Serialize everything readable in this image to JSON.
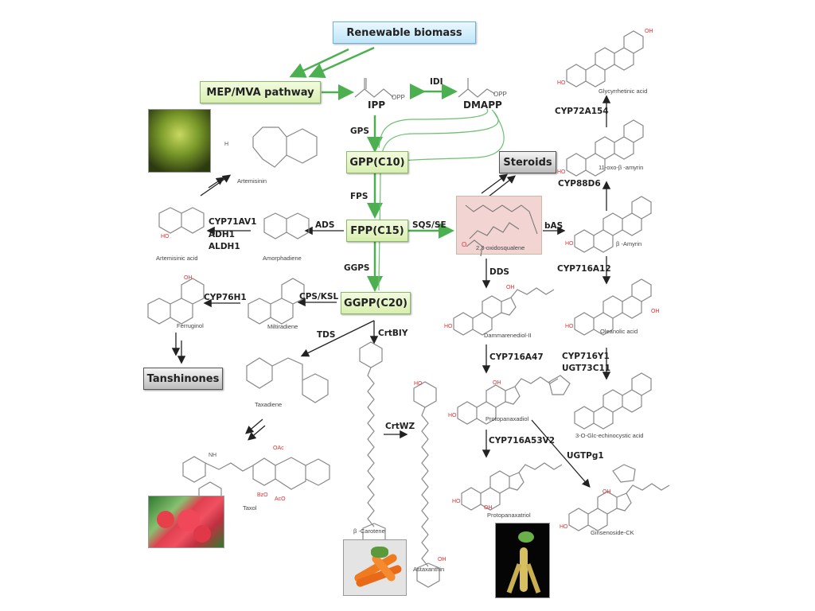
{
  "colors": {
    "pathway_green": "#4cb050",
    "reaction_black": "#222222",
    "hetero_red": "#e03030",
    "squalene_box": "#f2d4d2"
  },
  "boxes": {
    "biomass": "Renewable biomass",
    "mep_mva": "MEP/MVA pathway",
    "gpp": "GPP(C10)",
    "fpp": "FPP(C15)",
    "ggpp": "GGPP(C20)",
    "steroids": "Steroids",
    "tanshinones": "Tanshinones"
  },
  "precursors": {
    "ipp": "IPP",
    "dmapp": "DMAPP",
    "opp": "OPP"
  },
  "enzymes": {
    "idi": "IDI",
    "gps": "GPS",
    "fps": "FPS",
    "ggps": "GGPS",
    "sqs_se": "SQS/SE",
    "ads": "ADS",
    "cyp71av1": "CYP71AV1",
    "adh1": "ADH1",
    "aldh1": "ALDH1",
    "cps_ksl": "CPS/KSL",
    "cyp76h1": "CYP76H1",
    "tds": "TDS",
    "crtbiy": "CrtBIY",
    "crtwz": "CrtWZ",
    "bas": "bAS",
    "dds": "DDS",
    "cyp716a47": "CYP716A47",
    "cyp716a53v2": "CYP716A53V2",
    "ugtpg1": "UGTPg1",
    "cyp88d6": "CYP88D6",
    "cyp72a154": "CYP72A154",
    "cyp716a12": "CYP716A12",
    "cyp716y1": "CYP716Y1",
    "ugt73c11": "UGT73C11"
  },
  "compounds": {
    "artemisinin": "Artemisinin",
    "artemisinic_acid": "Artemisinic acid",
    "amorphadiene": "Amorphadiene",
    "ferruginol": "Ferruginol",
    "miltiradiene": "Miltiradiene",
    "taxadiene": "Taxadiene",
    "taxol": "Taxol",
    "beta_carotene": "β -Carotene",
    "astaxanthin": "Astaxanthin",
    "oxidosqualene": "2,3-oxidosqualene",
    "beta_amyrin": "β -Amyrin",
    "oxo_amyrin": "11-oxo-β -amyrin",
    "glycyrrhetinic_acid": "Glycyrrhetinic acid",
    "oleanolic_acid": "Oleanolic acid",
    "glc_echinocystic": "3-O-Glc-echinocystic acid",
    "dammarenediol": "Dammarenediol-II",
    "protopanaxadiol": "Protopanaxadiol",
    "protopanaxatriol": "Protopanaxatriol",
    "ginsenoside_ck": "Ginsenoside-CK"
  },
  "atom_labels": {
    "ho": "HO",
    "oh": "OH",
    "o": "O",
    "h": "H",
    "nh": "NH",
    "oac": "OAc",
    "aco": "AcO",
    "bzo": "BzO"
  },
  "photos": {
    "artemisia": "artemisia-plant-photo",
    "yew": "yew-berries-photo",
    "carrot": "carrots-photo",
    "ginseng": "ginseng-root-photo"
  }
}
